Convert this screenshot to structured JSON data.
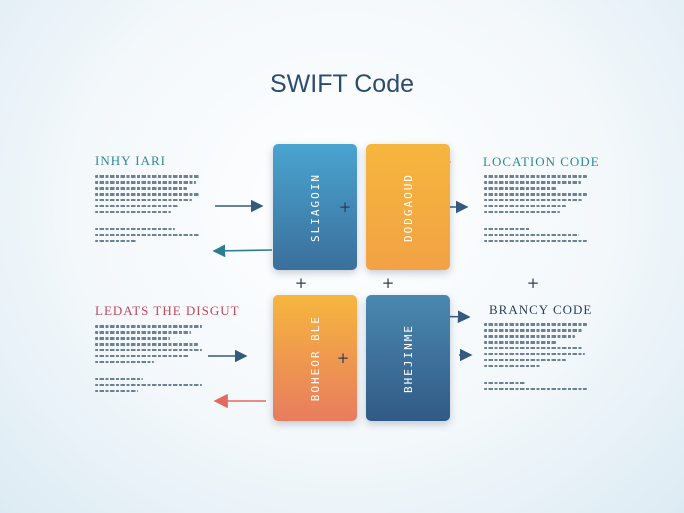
{
  "title": "SWIFT Code",
  "colors": {
    "title": "#2d4b6d",
    "heading_teal": "#2d8a95",
    "heading_red": "#c4485a",
    "heading_navy": "#2c3f5a",
    "arrow_dark": "#355a80",
    "arrow_teal": "#2c7d90",
    "arrow_yellow": "#f2b93a",
    "arrow_coral": "#e36a5c"
  },
  "blocks": {
    "top_left": {
      "label": "SLIAGOIN"
    },
    "top_right": {
      "label": "DODGAOUD"
    },
    "bottom_left": {
      "label": "BOHEOR BLE"
    },
    "bottom_right": {
      "label": "BHEJINME"
    }
  },
  "operators": {
    "plus_top_middle": "+",
    "plus_left_below": "+",
    "plus_right_below": "+",
    "plus_far_right": "+",
    "plus_bottom_middle": "+"
  },
  "sections": {
    "top_left": {
      "heading": "INHY IARI"
    },
    "top_right": {
      "heading": "LOCATION CODE"
    },
    "bottom_left": {
      "heading": "LEDATS THE DISGUT"
    },
    "bottom_right": {
      "heading": "BRANCY CODE"
    }
  }
}
